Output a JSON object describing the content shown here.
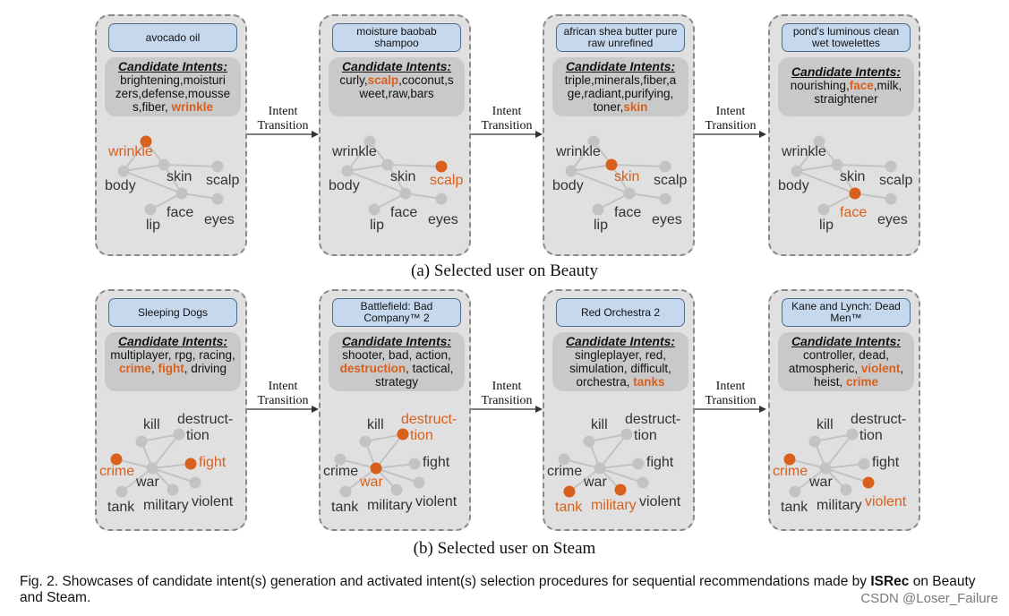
{
  "beauty": {
    "caption": "(a) Selected user on Beauty",
    "nodes": {
      "wrinkle": "wrinkle",
      "skin": "skin",
      "scalp": "scalp",
      "body": "body",
      "face": "face",
      "eyes": "eyes",
      "lip": "lip"
    },
    "panels": [
      {
        "item": "avocado oil",
        "header": "Candidate Intents:",
        "intents": [
          {
            "t": "brightening,moisturi",
            "h": false
          },
          {
            "t": "zers,defense,mousse",
            "h": false
          },
          {
            "t": "s,fiber, ",
            "h": false
          },
          {
            "t": "wrinkle",
            "h": true
          }
        ],
        "active": [
          "wrinkle"
        ]
      },
      {
        "item": "moisture baobab shampoo",
        "header": "Candidate Intents:",
        "intents": [
          {
            "t": "curly,",
            "h": false
          },
          {
            "t": "scalp",
            "h": true
          },
          {
            "t": ",coconut,s",
            "h": false
          },
          {
            "t": "weet,raw,bars",
            "h": false
          }
        ],
        "active": [
          "scalp"
        ]
      },
      {
        "item": "african shea butter pure raw unrefined",
        "header": "Candidate Intents:",
        "intents": [
          {
            "t": "triple,minerals,fiber,a",
            "h": false
          },
          {
            "t": "ge,radiant,purifying,",
            "h": false
          },
          {
            "t": "toner,",
            "h": false
          },
          {
            "t": "skin",
            "h": true
          }
        ],
        "active": [
          "skin"
        ]
      },
      {
        "item": "pond's luminous clean wet towelettes",
        "header": "Candidate Intents:",
        "intents": [
          {
            "t": "nourishing,",
            "h": false
          },
          {
            "t": "face",
            "h": true
          },
          {
            "t": ",milk,",
            "h": false
          },
          {
            "t": "straightener",
            "h": false
          }
        ],
        "active": [
          "face"
        ]
      }
    ]
  },
  "steam": {
    "caption": "(b) Selected user on Steam",
    "nodes": {
      "kill": "kill",
      "destruct1": "destruct-",
      "destruct2": "tion",
      "crime": "crime",
      "fight": "fight",
      "war": "war",
      "tank": "tank",
      "military": "military",
      "violent": "violent"
    },
    "panels": [
      {
        "item": "Sleeping Dogs",
        "header": "Candidate Intents:",
        "intents": [
          {
            "t": "multiplayer, rpg,",
            "h": false
          },
          {
            "t": "racing, ",
            "h": false
          },
          {
            "t": "crime",
            "h": true
          },
          {
            "t": ", ",
            "h": false
          },
          {
            "t": "fight",
            "h": true
          },
          {
            "t": ",",
            "h": false
          },
          {
            "t": "driving",
            "h": false
          }
        ],
        "active": [
          "crime",
          "fight"
        ]
      },
      {
        "item": "Battlefield: Bad Company™ 2",
        "header": "Candidate Intents:",
        "intents": [
          {
            "t": "shooter, bad, action,",
            "h": false
          },
          {
            "t": "destruction",
            "h": true
          },
          {
            "t": ", tactical,",
            "h": false
          },
          {
            "t": "strategy",
            "h": false
          }
        ],
        "active": [
          "destruction",
          "war"
        ]
      },
      {
        "item": "Red Orchestra 2",
        "header": "Candidate Intents:",
        "intents": [
          {
            "t": "singleplayer, red,",
            "h": false
          },
          {
            "t": "simulation, difficult,",
            "h": false
          },
          {
            "t": "orchestra, ",
            "h": false
          },
          {
            "t": "tanks",
            "h": true
          }
        ],
        "active": [
          "tank",
          "military"
        ]
      },
      {
        "item": "Kane and Lynch: Dead Men™",
        "header": "Candidate Intents:",
        "intents": [
          {
            "t": "controller, dead,",
            "h": false
          },
          {
            "t": "atmospheric, ",
            "h": false
          },
          {
            "t": "violent",
            "h": true
          },
          {
            "t": ",",
            "h": false
          },
          {
            "t": "heist, ",
            "h": false
          },
          {
            "t": "crime",
            "h": true
          }
        ],
        "active": [
          "crime",
          "violent"
        ]
      }
    ]
  },
  "arrow": {
    "line1": "Intent",
    "line2": "Transition"
  },
  "figure_caption": {
    "prefix": "Fig. 2. Showcases of candidate intent(s) generation and activated intent(s) selection procedures for sequential recommendations made by ",
    "bold": "ISRec",
    "suffix": " on Beauty and Steam."
  },
  "watermark": "CSDN @Loser_Failure",
  "colors": {
    "highlight": "#d9601c",
    "node": "#c3c3c3",
    "edge": "#c3c3c3"
  }
}
